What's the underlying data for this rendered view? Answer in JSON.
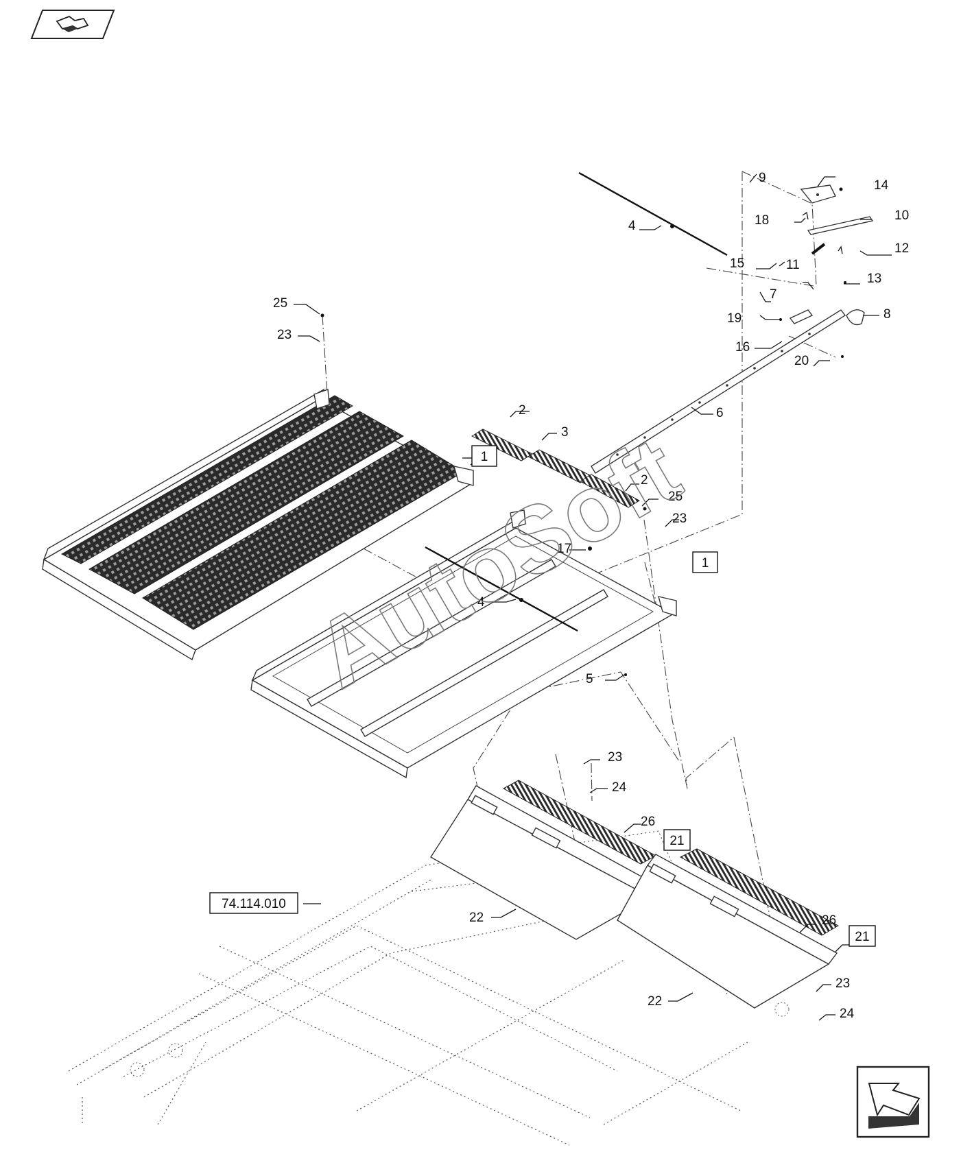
{
  "nav": {
    "prev_icon": "back-arrow-icon",
    "next_icon": "forward-arrow-icon"
  },
  "watermark": "AutoSoft",
  "reference_box": "74.114.010",
  "callouts": {
    "c1": "1",
    "c1b": "1",
    "c2": "2",
    "c2b": "2",
    "c3": "3",
    "c4": "4",
    "c4b": "4",
    "c5": "5",
    "c6": "6",
    "c7": "7",
    "c8": "8",
    "c9": "9",
    "c10": "10",
    "c11": "11",
    "c12": "12",
    "c13": "13",
    "c14": "14",
    "c15": "15",
    "c16": "16",
    "c17": "17",
    "c18": "18",
    "c19": "19",
    "c20": "20",
    "c21": "21",
    "c21b": "21",
    "c22": "22",
    "c22b": "22",
    "c23": "23",
    "c23b": "23",
    "c23c": "23",
    "c23d": "23",
    "c24": "24",
    "c24b": "24",
    "c25": "25",
    "c25b": "25",
    "c26": "26",
    "c26b": "26"
  }
}
